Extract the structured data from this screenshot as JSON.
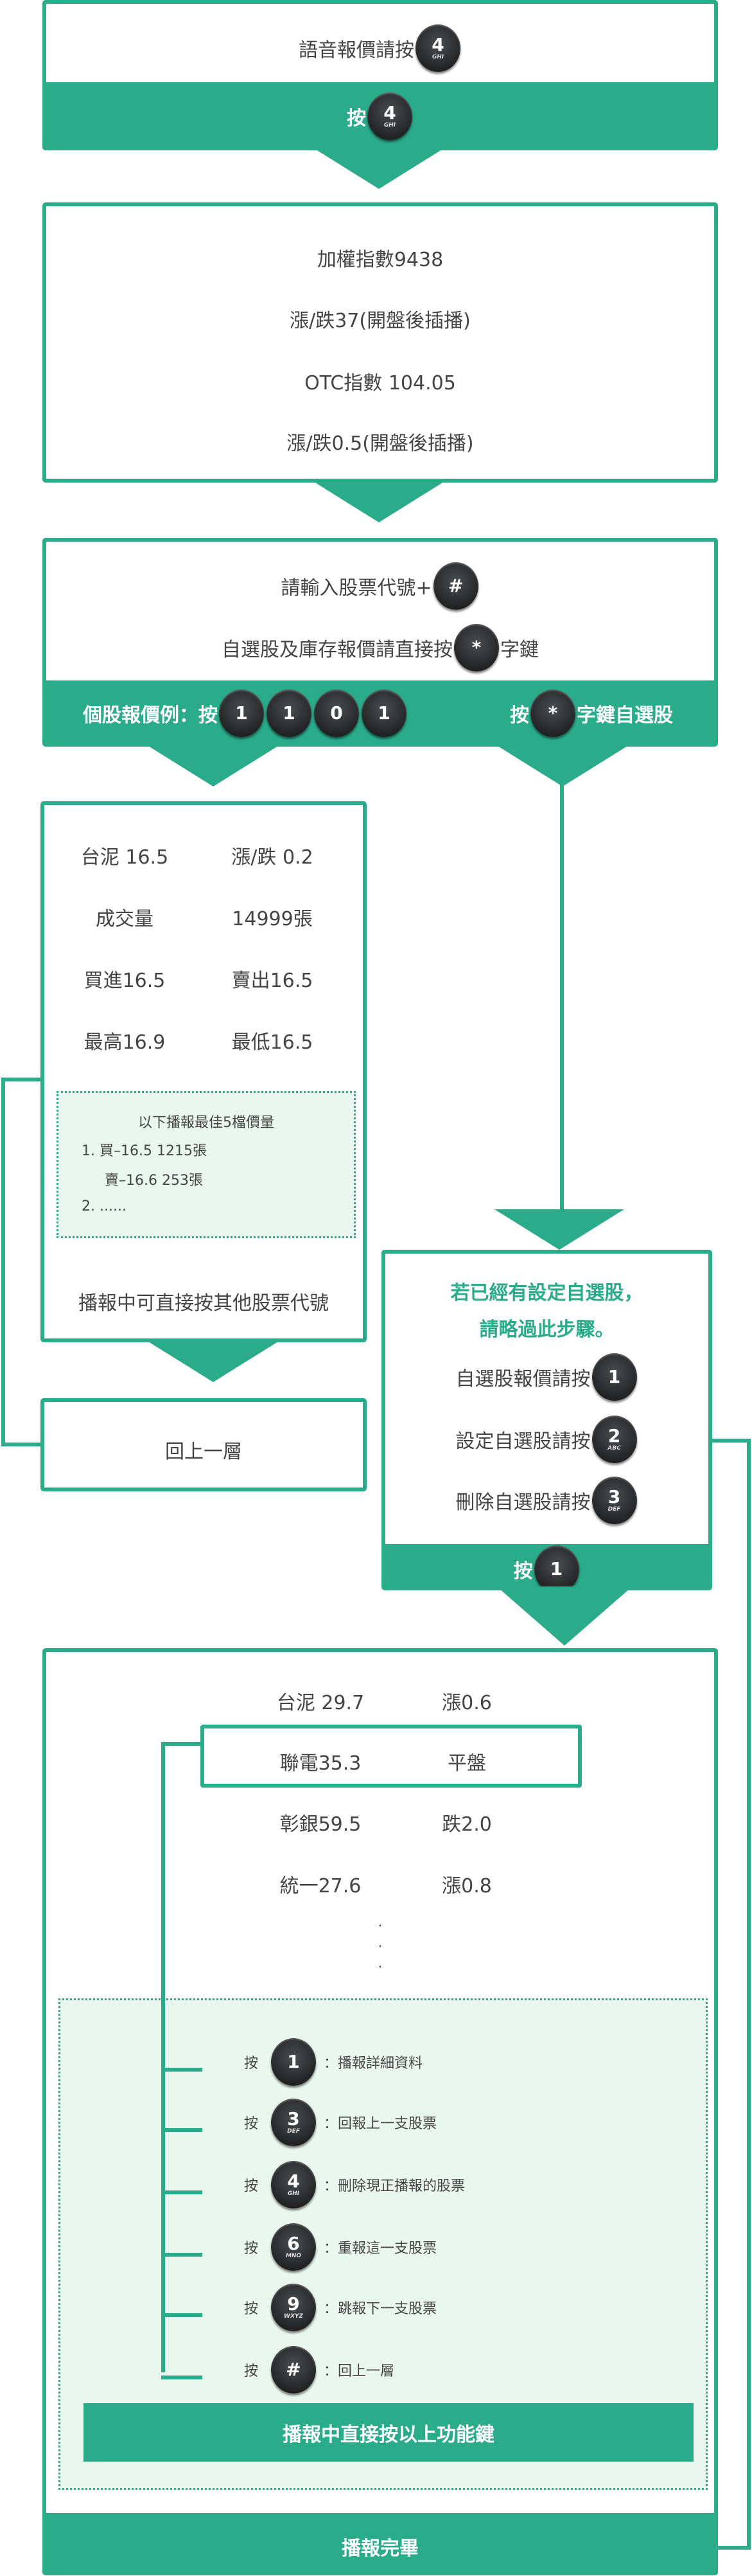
{
  "colors": {
    "accent": "#2aab8a",
    "panel": "#eaf7ef",
    "text": "#444444"
  },
  "step1": {
    "text": "語音報價請按",
    "press": "按",
    "key": {
      "n": "4",
      "l": "GHI"
    }
  },
  "step2": {
    "lines": [
      "加權指數9438",
      "漲/跌37(開盤後插播)",
      "OTC指數 104.05",
      "漲/跌0.5(開盤後插播)"
    ]
  },
  "step3": {
    "line1": "請輸入股票代號+",
    "line1_key": {
      "n": "#"
    },
    "line2_pre": "自選股及庫存報價請直接按",
    "line2_key": {
      "n": "*"
    },
    "line2_post": "字鍵",
    "example_label": "個股報價例：按",
    "example_keys": [
      {
        "n": "1"
      },
      {
        "n": "1"
      },
      {
        "n": "0"
      },
      {
        "n": "1"
      }
    ],
    "fav_pre": "按",
    "fav_key": {
      "n": "*"
    },
    "fav_post": "字鍵自選股"
  },
  "quote": {
    "rows": [
      [
        "台泥 16.5",
        "漲/跌 0.2"
      ],
      [
        "成交量",
        "14999張"
      ],
      [
        "買進16.5",
        "賣出16.5"
      ],
      [
        "最高16.9",
        "最低16.5"
      ]
    ],
    "best5": {
      "title": "以下播報最佳5檔價量",
      "l1": "1.  買–16.5  1215張",
      "l2": "賣–16.6  253張",
      "l3": "2.  ......"
    },
    "note": "播報中可直接按其他股票代號"
  },
  "back": {
    "label": "回上一層"
  },
  "fav": {
    "hint1": "若已經有設定自選股，",
    "hint2": "請略過此步驟。",
    "items": [
      {
        "text": "自選股報價請按",
        "n": "1",
        "l": ""
      },
      {
        "text": "設定自選股請按",
        "n": "2",
        "l": "ABC"
      },
      {
        "text": "刪除自選股請按",
        "n": "3",
        "l": "DEF"
      }
    ],
    "press": "按",
    "press_key": {
      "n": "1"
    }
  },
  "list": {
    "rows": [
      [
        "台泥  29.7",
        "漲0.6"
      ],
      [
        "聯電35.3",
        "平盤"
      ],
      [
        "彰銀59.5",
        "跌2.0"
      ],
      [
        "統一27.6",
        "漲0.8"
      ]
    ],
    "ellipsis": "·",
    "funcs": [
      {
        "press": "按",
        "n": "1",
        "l": "",
        "desc": "：播報詳細資料"
      },
      {
        "press": "按",
        "n": "3",
        "l": "DEF",
        "desc": "：回報上一支股票"
      },
      {
        "press": "按",
        "n": "4",
        "l": "GHI",
        "desc": "：刪除現正播報的股票"
      },
      {
        "press": "按",
        "n": "6",
        "l": "MNO",
        "desc": "：重報這一支股票"
      },
      {
        "press": "按",
        "n": "9",
        "l": "WXYZ",
        "desc": "：跳報下一支股票"
      },
      {
        "press": "按",
        "n": "#",
        "l": "",
        "desc": "：回上一層"
      }
    ],
    "bar": "播報中直接按以上功能鍵",
    "done": "播報完畢"
  }
}
